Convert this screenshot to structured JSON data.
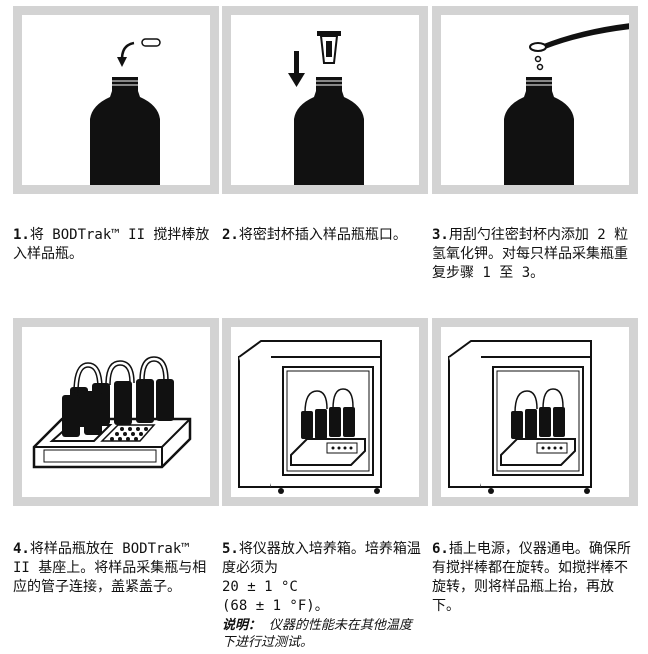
{
  "steps": [
    {
      "num": "1.",
      "text": "将 BODTrak™ II 搅拌棒放入样品瓶。"
    },
    {
      "num": "2.",
      "text": "将密封杯插入样品瓶瓶口。"
    },
    {
      "num": "3.",
      "text": "用刮勺往密封杯内添加 2 粒氢氧化钾。对每只样品采集瓶重复步骤 1 至 3。"
    },
    {
      "num": "4.",
      "text": "将样品瓶放在 BODTrak™ II 基座上。将样品采集瓶与相应的管子连接，盖紧盖子。"
    },
    {
      "num": "5.",
      "text": "将仪器放入培养箱。培养箱温度必须为",
      "temp_c": "20 ± 1 °C",
      "temp_f": "(68 ± 1 °F)。"
    },
    {
      "num": "6.",
      "text": "插上电源，仪器通电。确保所有搅拌棒都在旋转。如搅拌棒不旋转，则将样品瓶上抬，再放下。"
    }
  ],
  "note": {
    "label": "说明：",
    "text": "仪器的性能未在其他温度下进行过测试。"
  }
}
